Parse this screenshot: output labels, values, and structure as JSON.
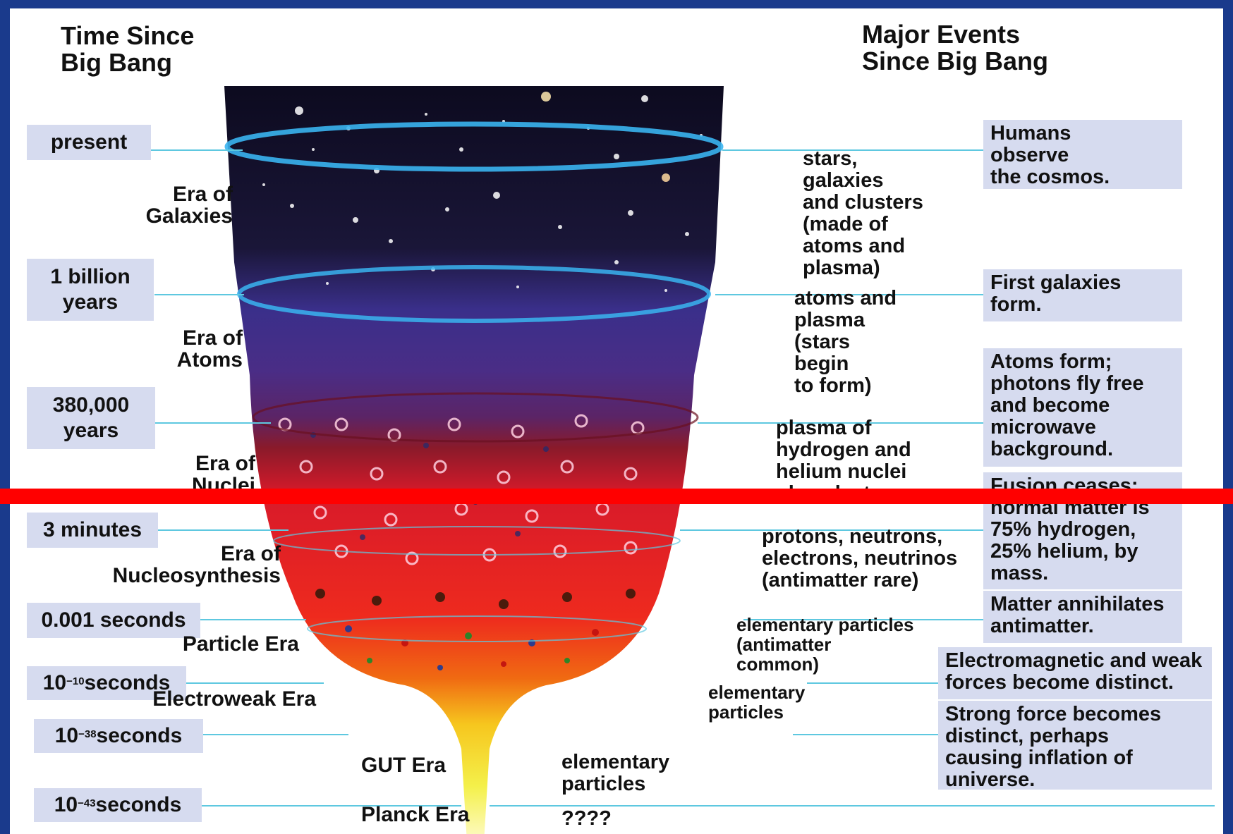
{
  "headers": {
    "left": "Time Since\nBig Bang",
    "right": "Major Events\nSince Big Bang"
  },
  "time_markers": [
    {
      "text": "present"
    },
    {
      "text": "1 billion\nyears"
    },
    {
      "text": "380,000\nyears"
    },
    {
      "text": "3 minutes"
    },
    {
      "text": "0.001 seconds"
    },
    {
      "base": "10",
      "exp": "−10",
      "unit": " seconds"
    },
    {
      "base": "10",
      "exp": "−38",
      "unit": " seconds"
    },
    {
      "base": "10",
      "exp": "−43",
      "unit": " seconds"
    }
  ],
  "eras": [
    "Era of\nGalaxies",
    "Era of\nAtoms",
    "Era of\nNuclei",
    "Era of\nNucleosynthesis",
    "Particle Era",
    "Electroweak Era",
    "GUT Era",
    "Planck Era"
  ],
  "contents": [
    "stars,\ngalaxies\nand clusters\n(made of\natoms and\nplasma)",
    "atoms and\nplasma\n(stars\nbegin\nto form)",
    "plasma of\nhydrogen and\nhelium nuclei\nplus electrons",
    "protons, neutrons,\nelectrons, neutrinos\n(antimatter rare)",
    "elementary particles\n(antimatter\ncommon)",
    "elementary\nparticles",
    "elementary\nparticles",
    "????"
  ],
  "events": [
    "Humans\nobserve\nthe cosmos.",
    "First galaxies\nform.",
    "Atoms form;\nphotons fly free\nand become\nmicrowave\nbackground.",
    "Fusion ceases;\nnormal matter is\n75% hydrogen,\n25% helium,  by\nmass.",
    "Matter annihilates\nantimatter.",
    "Electromagnetic and weak\nforces become distinct.",
    "Strong force becomes\ndistinct, perhaps\ncausing inflation of\nuniverse."
  ],
  "colors": {
    "frame": "#1a3a8c",
    "label_box": "#d6dbef",
    "leader_line": "#5ec8e0",
    "overlay_line": "#ff0000"
  }
}
